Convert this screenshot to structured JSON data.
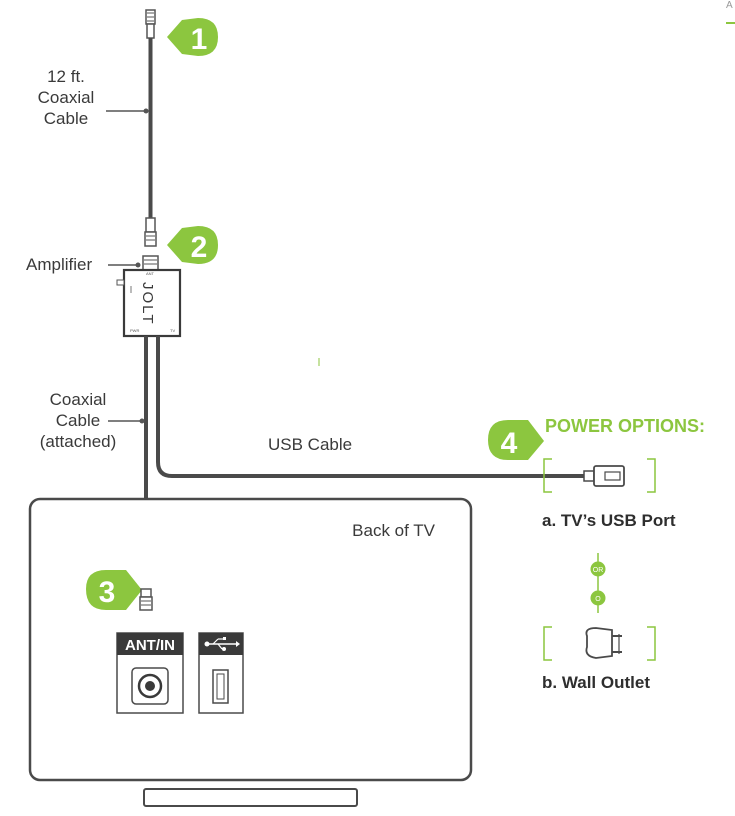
{
  "labels": {
    "coax_12ft": [
      "12 ft.",
      "Coaxial",
      "Cable"
    ],
    "amplifier": "Amplifier",
    "coax_attached": [
      "Coaxial",
      "Cable",
      "(attached)"
    ],
    "usb_cable": "USB Cable",
    "back_of_tv": "Back of TV",
    "power_options": "POWER OPTIONS:",
    "option_a": "a. TV’s USB Port",
    "option_b": "b. Wall Outlet",
    "or_text": "OR",
    "ant_in": "ANT/IN"
  },
  "amplifier_box": {
    "brand": "JOLT",
    "ant": "ANT",
    "pwr": "PWR",
    "tv": "TV"
  },
  "steps": [
    "1",
    "2",
    "3",
    "4"
  ],
  "colors": {
    "accent_green": "#8cc63f",
    "dark_gray": "#3a3a3a",
    "line_gray": "#555555"
  }
}
